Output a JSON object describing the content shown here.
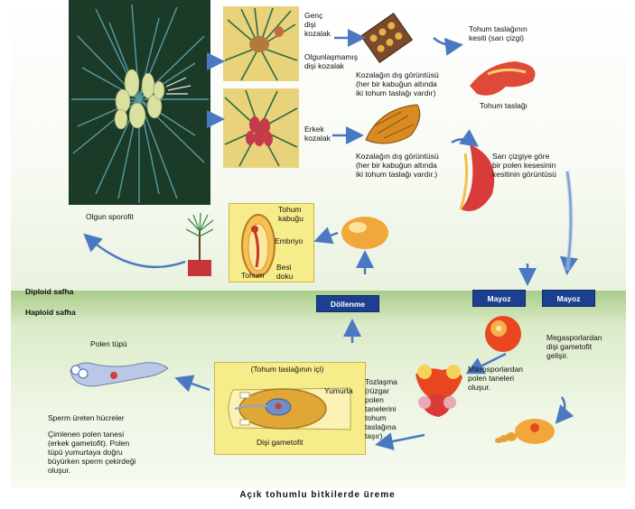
{
  "phases": {
    "diploid": "Diploid safha",
    "haploid": "Haploid safha"
  },
  "boxes": {
    "dollenme": "Döllenme",
    "mayoz_left": "Mayoz",
    "mayoz_right": "Mayoz"
  },
  "labels": {
    "genc_disi_kozalak": "Genç\ndişi\nkozalak",
    "olgunlasmamis": "Olgunlaşmamış\ndişi kozalak",
    "kozalak_dis_1": "Kozalağın dış görüntüsü\n(her bir kabuğun altında\niki tohum taslağı vardır)",
    "tohum_taslaginin_kesiti": "Tohum taslağının\nkesiti (sarı çizgi)",
    "tohum_taslagi": "Tohum taslağı",
    "erkek_kozalak": "Erkek\nkozalak",
    "kozalak_dis_2": "Kozalağın dış görüntüsü\n(her bir kabuğun altında\niki tohum taslağı vardır.)",
    "sari_cizgiye": "Sarı çizgiye göre\nbir polen kesesinin\nkesitinin görüntüsü",
    "olgun_sporofit": "Olgun sporofit",
    "tohum_kabugu": "Tohum\nkabuğu",
    "embriyo": "Embriyo",
    "besi_doku": "Besi\ndoku",
    "tohum": "Tohum",
    "megasporlardan": "Megasporlardan\ndişi gametofit\ngelişir.",
    "mikrosporlardan": "Mikrosporlardan\npolen taneleri\noluşur.",
    "tozlasma": "Tozlaşma\n(rüzgar\npolen\ntanelerini\ntohum\ntaslağına\ntaşır)",
    "tohum_taslaginin_ici": "(Tohum taslağının içi)",
    "yumurta": "Yumurta",
    "disi_gametofit": "Dişi gametofit",
    "polen_tupu": "Polen tüpü",
    "sperm_ureten": "Sperm üreten hücreler",
    "cimlenen": "Çimlenen polen tanesi\n(erkek gametofit). Polen\ntüpü yumurtaya doğru\nbüyürken sperm çekirdeği\noluşur."
  },
  "caption": "Açık tohumlu bitkilerde üreme",
  "colors": {
    "arrow": "#4a78c2",
    "blue_box": "#1d3f8f",
    "yellow_box": "#f7ec8a",
    "haploid_green": "#a9cc8a"
  }
}
